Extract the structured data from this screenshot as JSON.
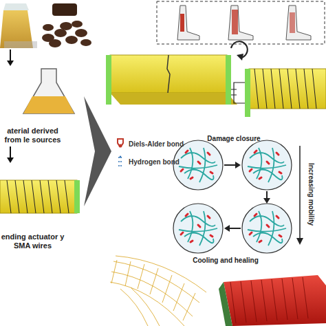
{
  "diagram": {
    "labels": [
      "aterial derived from le sources",
      "ending actuator y SMA wires",
      "Damage closure",
      "Increasing mobility",
      "Cooling and healing"
    ],
    "legend": [
      {
        "text": "Diels-Alder bond"
      },
      {
        "text": "Hydrogen bond"
      }
    ]
  }
}
